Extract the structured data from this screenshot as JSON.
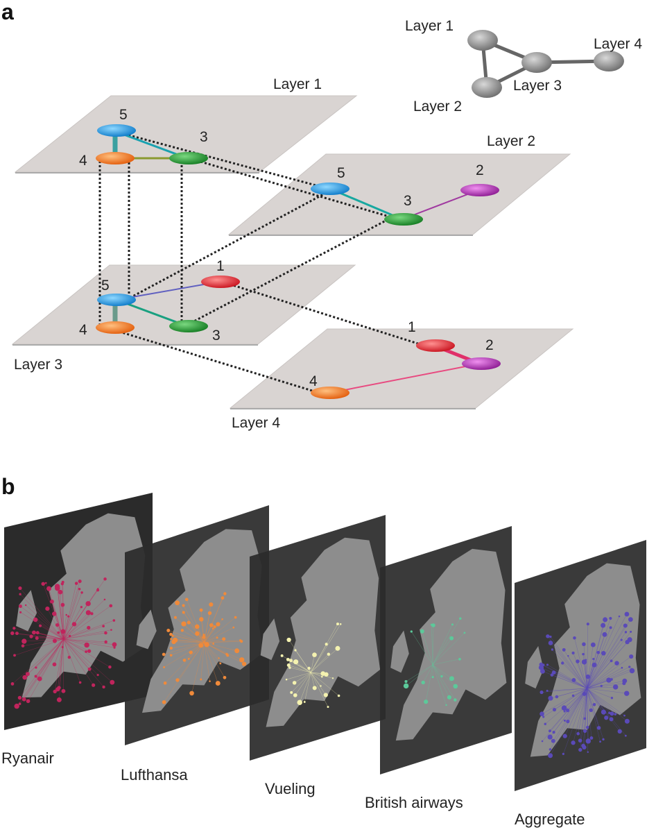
{
  "panel_a": {
    "label": "a",
    "layers": [
      {
        "name": "Layer 1"
      },
      {
        "name": "Layer 2"
      },
      {
        "name": "Layer 3"
      },
      {
        "name": "Layer 4"
      }
    ],
    "node_labels": {
      "l1": [
        "5",
        "4",
        "3"
      ],
      "l2": [
        "5",
        "3",
        "2"
      ],
      "l3": [
        "1",
        "5",
        "4",
        "3"
      ],
      "l4": [
        "1",
        "2",
        "4"
      ]
    },
    "inset_graph": {
      "nodes": [
        "Layer 1",
        "Layer 2",
        "Layer 3",
        "Layer 4"
      ],
      "edges": [
        [
          "Layer 1",
          "Layer 2"
        ],
        [
          "Layer 1",
          "Layer 3"
        ],
        [
          "Layer 2",
          "Layer 3"
        ],
        [
          "Layer 3",
          "Layer 4"
        ]
      ]
    },
    "node_colors": {
      "1": "#e8222f",
      "2": "#b02aa8",
      "3": "#1f9a2e",
      "4": "#f07818",
      "5": "#1a9ae0"
    }
  },
  "panel_b": {
    "label": "b",
    "maps": [
      {
        "name": "Ryanair",
        "color": "#c0245c"
      },
      {
        "name": "Lufthansa",
        "color": "#f08a3a"
      },
      {
        "name": "Vueling",
        "color": "#f4f2b0"
      },
      {
        "name": "British airways",
        "color": "#5cc99a"
      },
      {
        "name": "Aggregate",
        "color": "#5a4ab8"
      }
    ]
  }
}
